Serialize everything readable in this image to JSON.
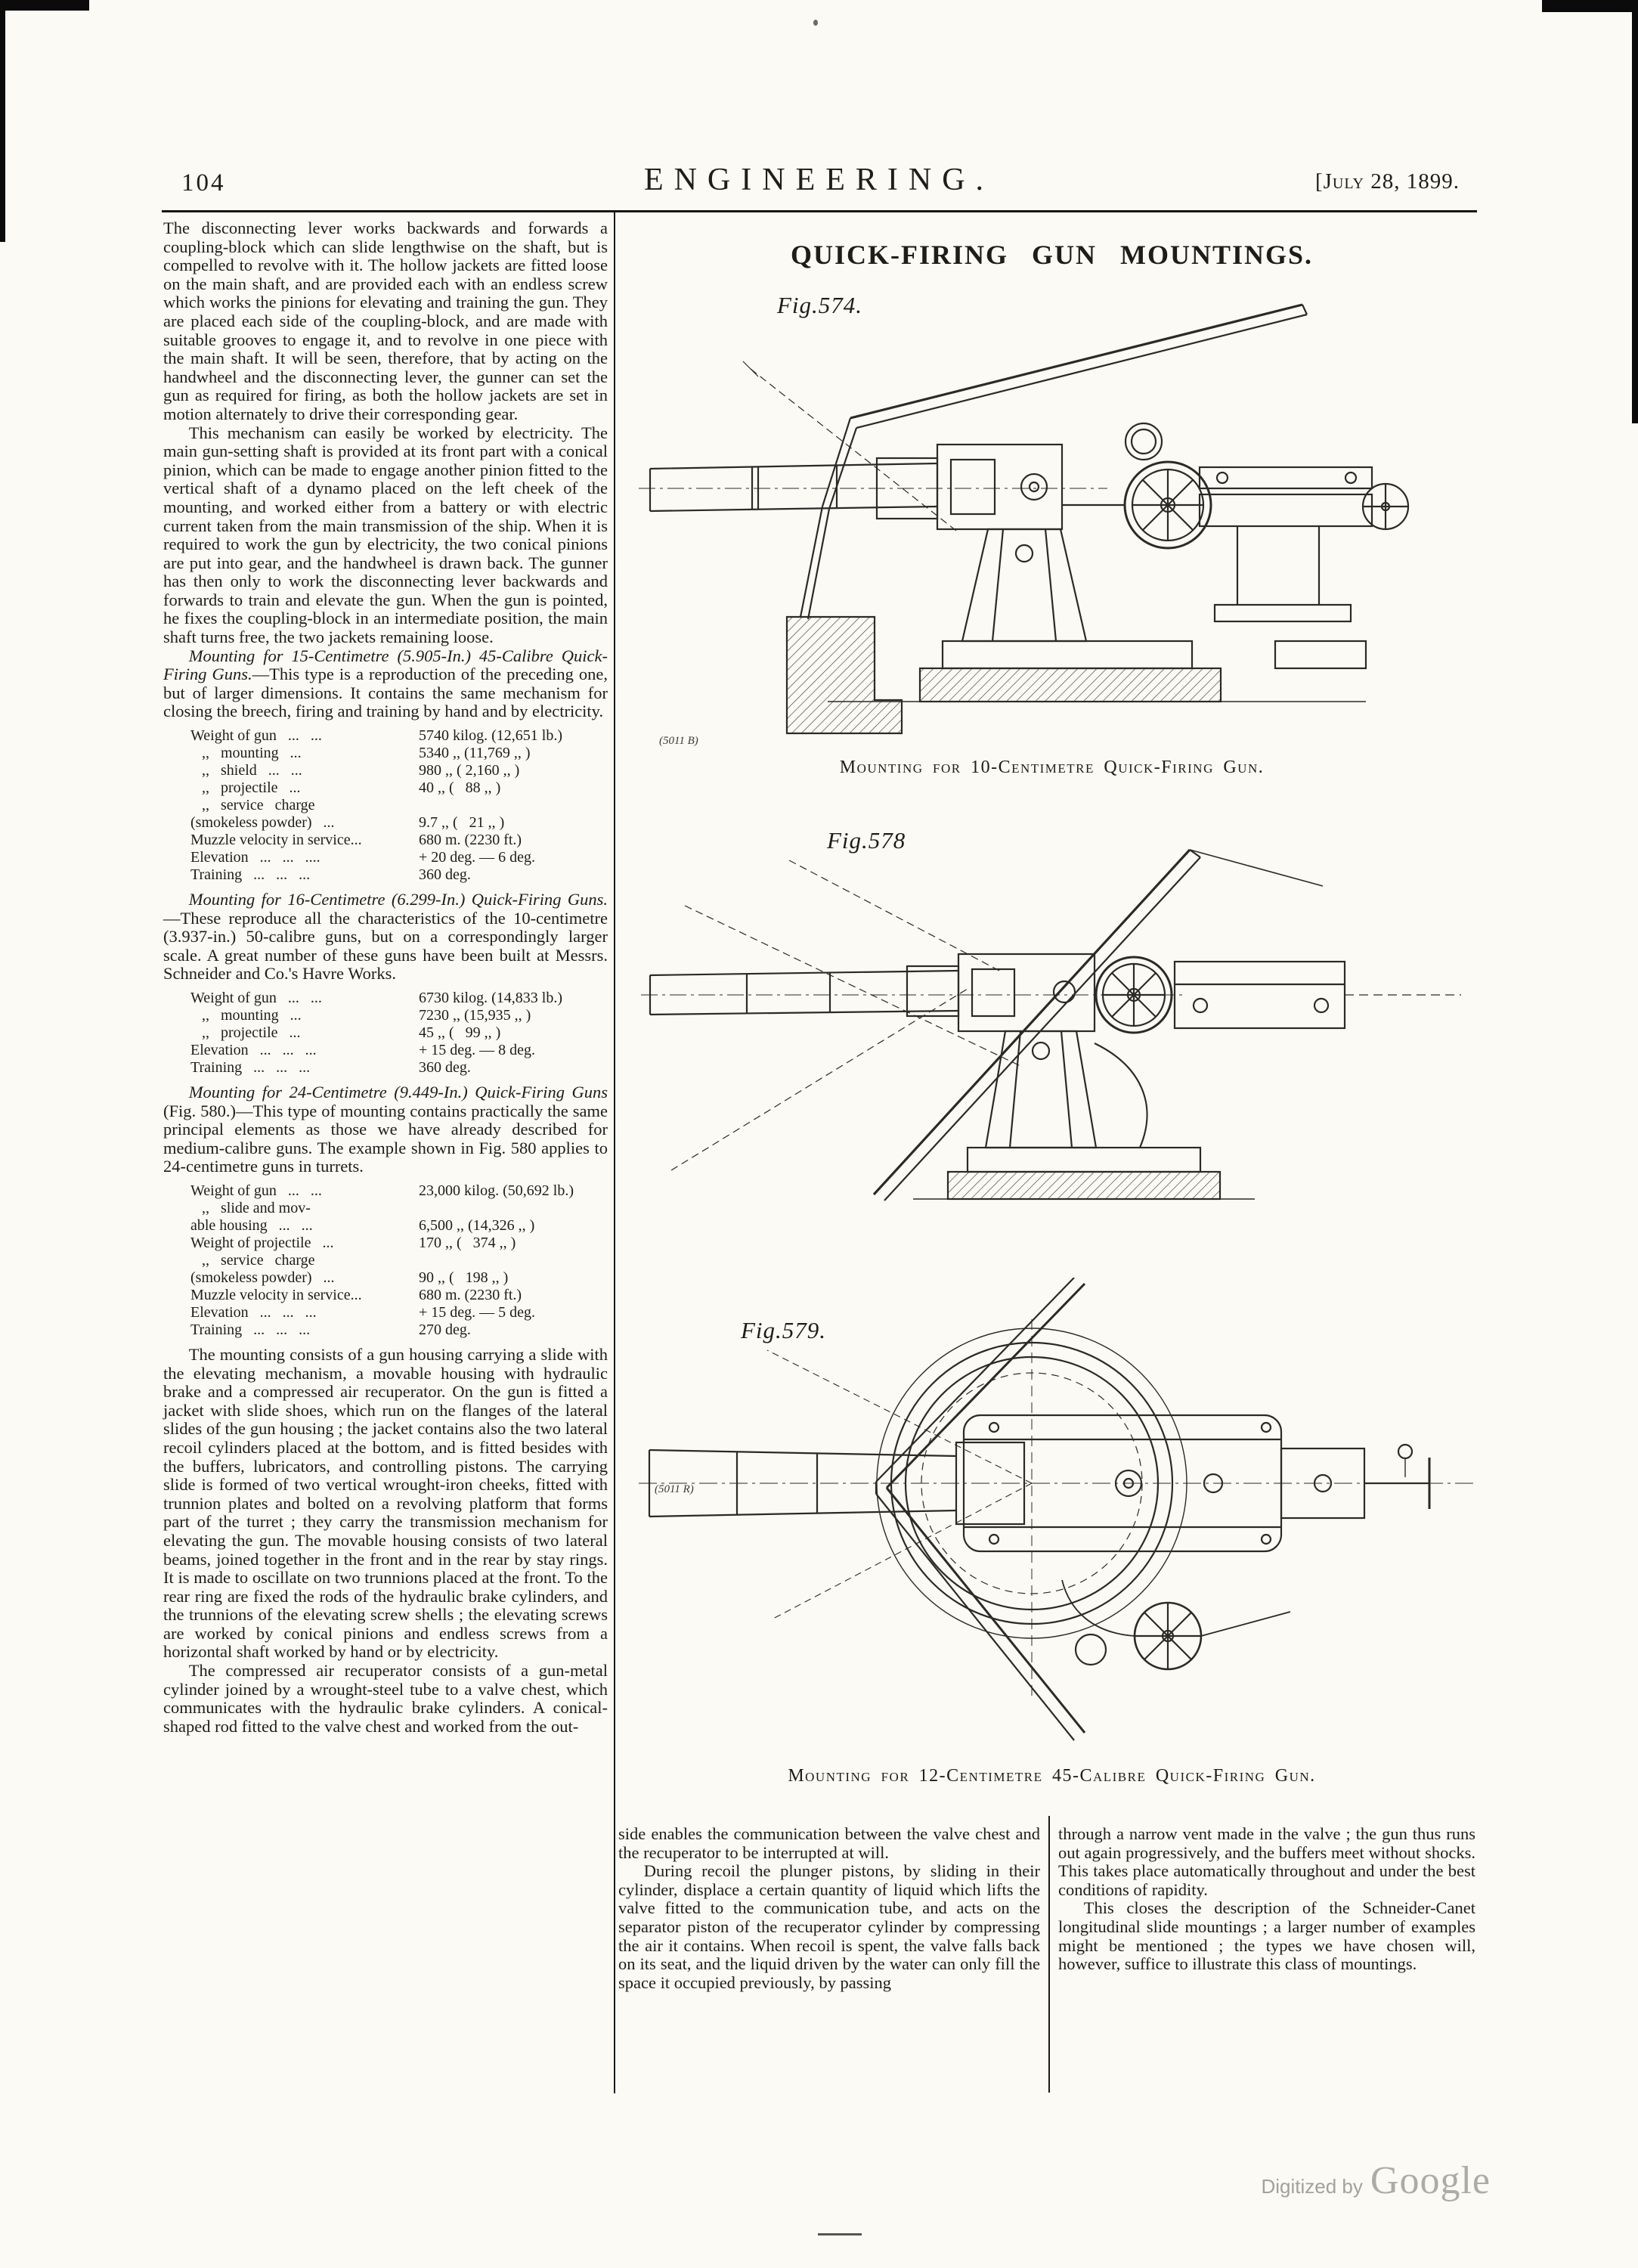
{
  "header": {
    "page_number": "104",
    "journal_title": "ENGINEERING.",
    "issue_date": "[July 28, 1899."
  },
  "article": {
    "title": "QUICK-FIRING GUN MOUNTINGS.",
    "fig574_label": "Fig.574.",
    "fig578_label": "Fig.578",
    "fig579_label": "Fig.579.",
    "fig574_mark": "(5011 B)",
    "fig579_mark": "(5011 R)",
    "caption_10cm": "Mounting for 10-Centimetre Quick-Firing Gun.",
    "caption_12cm": "Mounting for 12-Centimetre 45-Calibre Quick-Firing Gun."
  },
  "left_column": {
    "para1": "The disconnecting lever works backwards and forwards a coupling-block which can slide lengthwise on the shaft, but is compelled to revolve with it. The hollow jackets are fitted loose on the main shaft, and are provided each with an endless screw which works the pinions for elevating and training the gun. They are placed each side of the coupling-block, and are made with suitable grooves to engage it, and to revolve in one piece with the main shaft. It will be seen, therefore, that by acting on the handwheel and the disconnecting lever, the gunner can set the gun as required for firing, as both the hollow jackets are set in motion alternately to drive their corresponding gear.",
    "para2": "This mechanism can easily be worked by electricity. The main gun-setting shaft is provided at its front part with a conical pinion, which can be made to engage another pinion fitted to the vertical shaft of a dynamo placed on the left cheek of the mounting, and worked either from a battery or with electric current taken from the main transmission of the ship. When it is required to work the gun by electricity, the two conical pinions are put into gear, and the handwheel is drawn back. The gunner has then only to work the disconnecting lever backwards and forwards to train and elevate the gun. When the gun is pointed, he fixes the coupling-block in an intermediate position, the main shaft turns free, the two jackets remaining loose.",
    "h15_lead": "Mounting for 15-Centimetre (5.905-In.) 45-Calibre Quick-Firing Guns.",
    "h15_rest": "—This type is a reproduction of the preceding one, but of larger dimensions. It contains the same mechanism for closing the breech, firing and training by hand and by electricity.",
    "table15": {
      "rows": [
        {
          "l": "Weight of gun   ...   ...",
          "v": "5740 kilog. (12,651 lb.)"
        },
        {
          "l": "   ,,   mounting   ...",
          "v": "5340 ,, (11,769 ,, )"
        },
        {
          "l": "   ,,   shield   ...   ...",
          "v": "980 ,, ( 2,160 ,, )"
        },
        {
          "l": "   ,,   projectile   ...",
          "v": "40 ,, (   88 ,, )"
        },
        {
          "l": "   ,,   service   charge",
          "v": ""
        },
        {
          "l": "(smokeless powder)   ...",
          "v": "9.7 ,, (   21 ,, )"
        },
        {
          "l": "Muzzle velocity in service...",
          "v": "680 m. (2230 ft.)"
        },
        {
          "l": "Elevation   ...   ...   ....",
          "v": "+ 20 deg. — 6 deg."
        },
        {
          "l": "Training   ...   ...   ...",
          "v": "360 deg."
        }
      ]
    },
    "h16_lead": "Mounting for 16-Centimetre (6.299-In.) Quick-Firing Guns.",
    "h16_rest": "—These reproduce all the characteristics of the 10-centimetre (3.937-in.) 50-calibre guns, but on a correspondingly larger scale. A great number of these guns have been built at Messrs. Schneider and Co.'s Havre Works.",
    "table16": {
      "rows": [
        {
          "l": "Weight of gun   ...   ...",
          "v": "6730 kilog. (14,833 lb.)"
        },
        {
          "l": "   ,,   mounting   ...",
          "v": "7230 ,, (15,935 ,, )"
        },
        {
          "l": "   ,,   projectile   ...",
          "v": "45 ,, (   99 ,, )"
        },
        {
          "l": "Elevation   ...   ...   ...",
          "v": "+ 15 deg. — 8 deg."
        },
        {
          "l": "Training   ...   ...   ...",
          "v": "360 deg."
        }
      ]
    },
    "h24_lead": "Mounting for 24-Centimetre (9.449-In.) Quick-Firing Guns",
    "h24_rest": " (Fig. 580.)—This type of mounting contains practically the same principal elements as those we have already described for medium-calibre guns. The example shown in Fig. 580 applies to 24-centimetre guns in turrets.",
    "table24": {
      "rows": [
        {
          "l": "Weight of gun   ...   ...",
          "v": "23,000 kilog. (50,692 lb.)"
        },
        {
          "l": "   ,,   slide and mov-",
          "v": ""
        },
        {
          "l": "able housing   ...   ...",
          "v": "6,500 ,, (14,326 ,, )"
        },
        {
          "l": "Weight of projectile   ...",
          "v": "170 ,, (   374 ,, )"
        },
        {
          "l": "   ,,   service   charge",
          "v": ""
        },
        {
          "l": "(smokeless powder)   ...",
          "v": "90 ,, (   198 ,, )"
        },
        {
          "l": "Muzzle velocity in service...",
          "v": "680 m. (2230 ft.)"
        },
        {
          "l": "Elevation   ...   ...   ...",
          "v": "+ 15 deg. — 5 deg."
        },
        {
          "l": "Training   ...   ...   ...",
          "v": "270 deg."
        }
      ]
    },
    "para6": "The mounting consists of a gun housing carrying a slide with the elevating mechanism, a movable housing with hydraulic brake and a compressed air recuperator. On the gun is fitted a jacket with slide shoes, which run on the flanges of the lateral slides of the gun housing ; the jacket contains also the two lateral recoil cylinders placed at the bottom, and is fitted besides with the buffers, lubricators, and controlling pistons. The carrying slide is formed of two vertical wrought-iron cheeks, fitted with trunnion plates and bolted on a revolving platform that forms part of the turret ; they carry the transmission mechanism for elevating the gun. The movable housing consists of two lateral beams, joined together in the front and in the rear by stay rings. It is made to oscillate on two trunnions placed at the front. To the rear ring are fixed the rods of the hydraulic brake cylinders, and the trunnions of the elevating screw shells ; the elevating screws are worked by conical pinions and endless screws from a horizontal shaft worked by hand or by electricity.",
    "para7": "The compressed air recuperator consists of a gun-metal cylinder joined by a wrought-steel tube to a valve chest, which communicates with the hydraulic brake cylinders. A conical-shaped rod fitted to the valve chest and worked from the out-"
  },
  "bottom": {
    "middle_para1": "side enables the communication between the valve chest and the recuperator to be interrupted at will.",
    "middle_para2": "During recoil the plunger pistons, by sliding in their cylinder, displace a certain quantity of liquid which lifts the valve fitted to the communication tube, and acts on the separator piston of the recuperator cylinder by compressing the air it contains. When recoil is spent, the valve falls back on its seat, and the liquid driven by the water can only fill the space it occupied previously, by passing",
    "right_para1": "through a narrow vent made in the valve ; the gun thus runs out again progressively, and the buffers meet without shocks. This takes place automatically throughout and under the best conditions of rapidity.",
    "right_para2": "This closes the description of the Schneider-Canet longitudinal slide mountings ; a larger number of examples might be mentioned ; the types we have chosen will, however, suffice to illustrate this class of mountings."
  },
  "watermark": {
    "prefix": "Digitized by",
    "google": "Google"
  }
}
